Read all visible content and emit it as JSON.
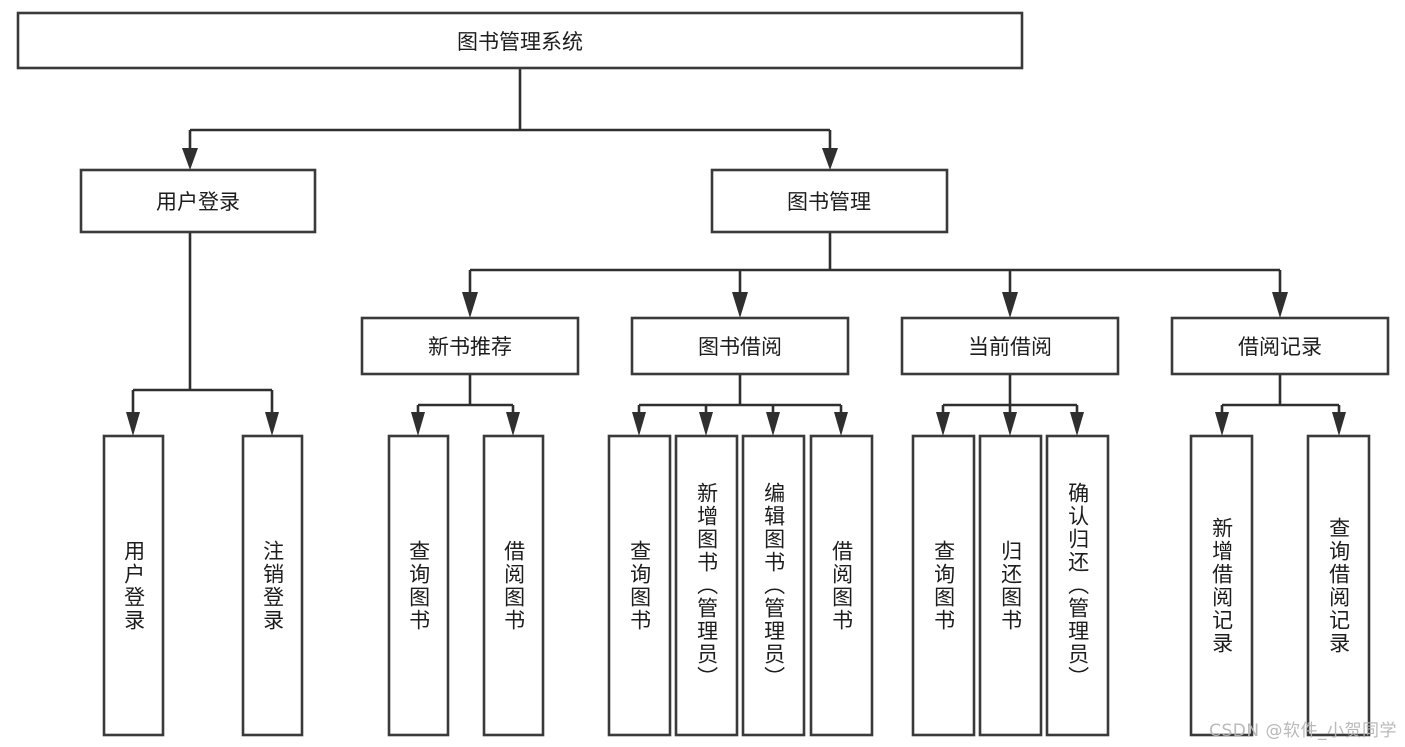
{
  "diagram": {
    "type": "hierarchy-tree",
    "title": "图书管理系统",
    "root": {
      "id": "root",
      "label": "图书管理系统",
      "orientation": "horizontal"
    },
    "level1": [
      {
        "id": "user-login",
        "label": "用户登录",
        "orientation": "horizontal"
      },
      {
        "id": "book-manage",
        "label": "图书管理",
        "orientation": "horizontal"
      }
    ],
    "level2": [
      {
        "id": "new-book-recommend",
        "label": "新书推荐",
        "orientation": "horizontal",
        "parent": "book-manage"
      },
      {
        "id": "book-borrow",
        "label": "图书借阅",
        "orientation": "horizontal",
        "parent": "book-manage"
      },
      {
        "id": "current-borrow",
        "label": "当前借阅",
        "orientation": "horizontal",
        "parent": "book-manage"
      },
      {
        "id": "borrow-record",
        "label": "借阅记录",
        "orientation": "horizontal",
        "parent": "book-manage"
      }
    ],
    "leaves": [
      {
        "id": "leaf-user-login",
        "label": "用户登录",
        "parent": "user-login"
      },
      {
        "id": "leaf-logout",
        "label": "注销登录",
        "parent": "user-login"
      },
      {
        "id": "leaf-query-book-1",
        "label": "查询图书",
        "parent": "new-book-recommend"
      },
      {
        "id": "leaf-borrow-book-1",
        "label": "借阅图书",
        "parent": "new-book-recommend"
      },
      {
        "id": "leaf-query-book-2",
        "label": "查询图书",
        "parent": "book-borrow"
      },
      {
        "id": "leaf-add-book",
        "label": "新增图书（管理员）",
        "parent": "book-borrow"
      },
      {
        "id": "leaf-edit-book",
        "label": "编辑图书（管理员）",
        "parent": "book-borrow"
      },
      {
        "id": "leaf-borrow-book-2",
        "label": "借阅图书",
        "parent": "book-borrow"
      },
      {
        "id": "leaf-query-book-3",
        "label": "查询图书",
        "parent": "current-borrow"
      },
      {
        "id": "leaf-return-book",
        "label": "归还图书",
        "parent": "current-borrow"
      },
      {
        "id": "leaf-confirm-return",
        "label": "确认归还（管理员）",
        "parent": "current-borrow"
      },
      {
        "id": "leaf-add-record",
        "label": "新增借阅记录",
        "parent": "borrow-record"
      },
      {
        "id": "leaf-query-record",
        "label": "查询借阅记录",
        "parent": "borrow-record"
      }
    ],
    "colors": {
      "background": "#ffffff",
      "box_fill": "#ffffff",
      "box_stroke": "#3a3a3a",
      "connector": "#2f2f2f",
      "text": "#1d1d1d",
      "watermark": "#b6b6b6"
    }
  },
  "watermark": {
    "text": "CSDN @软件_小贺同学"
  }
}
